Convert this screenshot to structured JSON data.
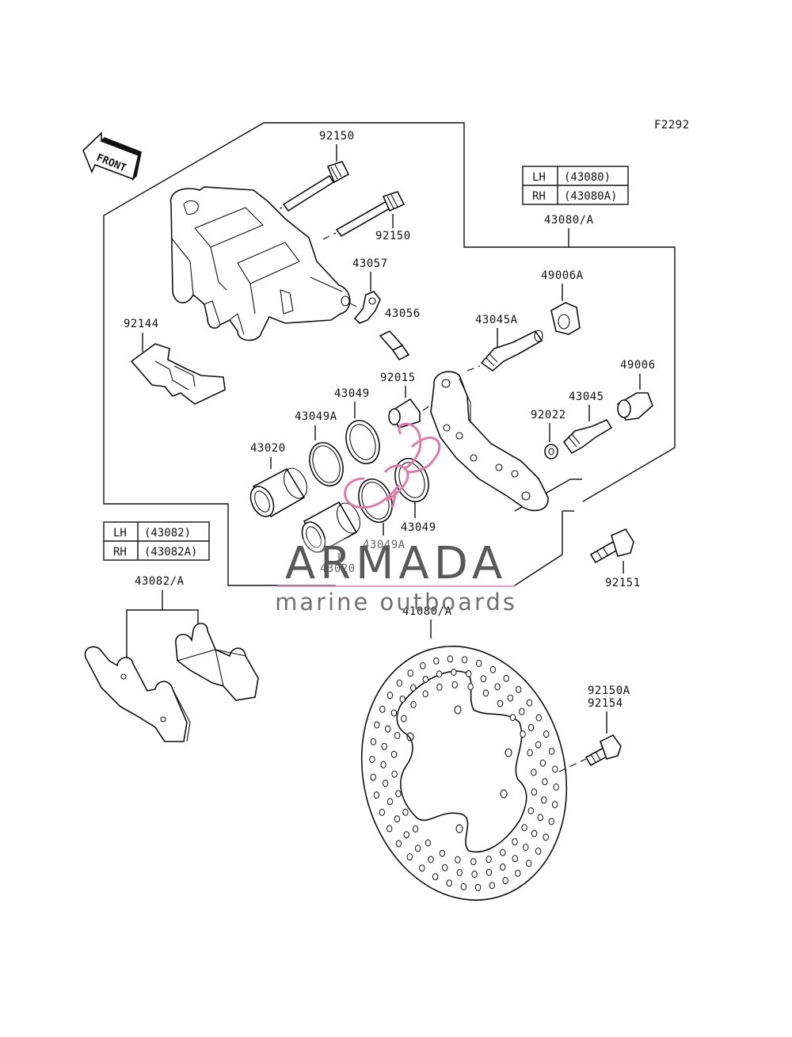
{
  "figure_code": "F2292",
  "front_arrow": "FRONT",
  "labels": {
    "p92150_top": "92150",
    "p92150_mid": "92150",
    "p43057": "43057",
    "p43056": "43056",
    "p92144": "92144",
    "p43045A": "43045A",
    "p49006A": "49006A",
    "p43080A": "43080/A",
    "p92015": "92015",
    "p43049_top": "43049",
    "p43049A_top": "43049A",
    "p43020_top": "43020",
    "p49006": "49006",
    "p43045": "43045",
    "p92022": "92022",
    "p43049_bottom": "43049",
    "p43049A_bottom": "43049A",
    "p43020_bottom": "43020",
    "p92151": "92151",
    "p43082A": "43082/A",
    "p41080A": "41080/A",
    "p92150A": "92150A",
    "p92154": "92154"
  },
  "table_caliper": {
    "rows": [
      {
        "side": "LH",
        "part": "(43080)"
      },
      {
        "side": "RH",
        "part": "(43080A)"
      }
    ]
  },
  "table_pads": {
    "rows": [
      {
        "side": "LH",
        "part": "(43082)"
      },
      {
        "side": "RH",
        "part": "(43082A)"
      }
    ]
  },
  "watermark": {
    "brand": "ARMADA",
    "tagline": "marine outboards",
    "brand_color": "#595959",
    "accent_color": "#e07aa8"
  }
}
